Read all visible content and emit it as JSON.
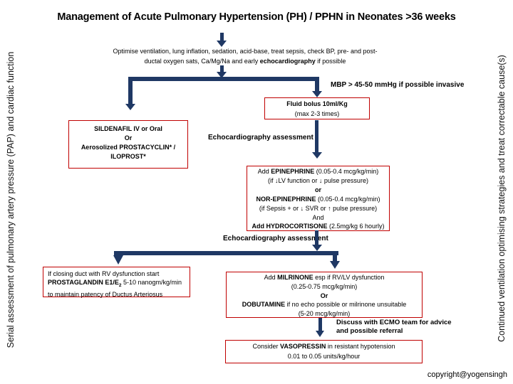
{
  "title": "Management of Acute Pulmonary Hypertension (PH) / PPHN in Neonates >36 weeks",
  "side_labels": {
    "left": "Serial assessment of pulmonary artery pressure (PAP) and cardiac function",
    "right": "Continued ventilation optimising strategies and treat correctable cause(s)"
  },
  "colors": {
    "arrow": "#1f3864",
    "box_border": "#c00000",
    "text": "#000000"
  },
  "flow": {
    "optimise": {
      "line1": "Optimise ventilation, lung inflation, sedation, acid-base, treat sepsis, check BP, pre- and post-",
      "line2_pre": "ductal oxygen sats, Ca/Mg/Na and early ",
      "line2_bold": "echocardiography",
      "line2_post": " if possible"
    },
    "mbp_note": "MBP > 45-50 mmHg if possible invasive",
    "fluid_bolus": {
      "title": "Fluid bolus 10ml/Kg",
      "subtitle": "(max 2-3 times)"
    },
    "sildenafil": {
      "line1": "SILDENAFIL IV or Oral",
      "line2": "Or",
      "line3": "Aerosolized  PROSTACYCLIN* /",
      "line4": "ILOPROST*"
    },
    "echo_note_1": "Echocardiography assessment",
    "epinephrine": {
      "l1_pre": "Add ",
      "l1_bold": "EPINEPHRINE",
      "l1_post": " (0.05-0.4 mcg/kg/min)",
      "l2": "(if ↓LV function or ↓ pulse pressure)",
      "l3": "or",
      "l4_bold": "NOR-EPINEPHRINE",
      "l4_post": " (0.05-0.4 mcg/kg/min)",
      "l5": "(if Sepsis + or ↓ SVR or ↑ pulse pressure)",
      "l6": "And",
      "l7_bold": "Add HYDROCORTISONE",
      "l7_post": " (2.5mg/kg 6 hourly)"
    },
    "echo_note_2": "Echocardiography assessment",
    "prostaglandin": {
      "l1": "If closing duct with RV dysfunction start",
      "l2_bold": "PROSTAGLANDIN E1/E",
      "l2_sub": "2",
      "l2_post": " 5-10 nanogm/kg/min",
      "l3": "to maintain patency of Ductus Arteriosus"
    },
    "milrinone": {
      "l1_pre": "Add ",
      "l1_bold": "MILRINONE",
      "l1_post": " esp if RV/LV dysfunction",
      "l2": "(0.25-0.75 mcg/kg/min)",
      "l3": "Or",
      "l4_bold": "DOBUTAMINE",
      "l4_post": " if no echo possible or milrinone unsuitable",
      "l5": "(5-20 mcg/kg/min)"
    },
    "ecmo_note": {
      "line1": "Discuss with ECMO team for advice",
      "line2": "and possible referral"
    },
    "vasopressin": {
      "l1_pre": "Consider ",
      "l1_bold": "VASOPRESSIN",
      "l1_post": " in resistant hypotension",
      "l2": "0.01 to 0.05 units/kg/hour"
    }
  },
  "copyright": "copyright@yogensingh"
}
